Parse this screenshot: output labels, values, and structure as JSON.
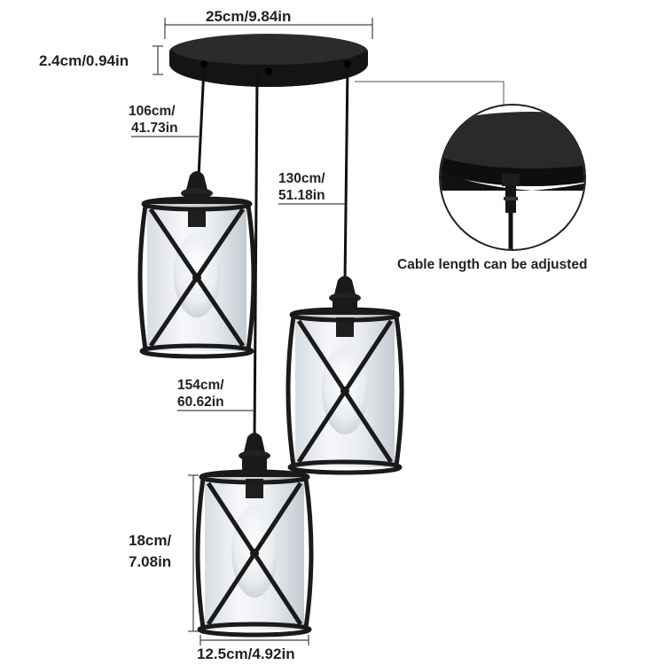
{
  "dimensions": {
    "canopy_width": "25cm/9.84in",
    "canopy_height": "2.4cm/0.94in",
    "shade_height_cm": "18cm/",
    "shade_height_in": "7.08in",
    "shade_width": "12.5cm/4.92in"
  },
  "cable_lengths": [
    {
      "cm": "106cm/",
      "in": "41.73in"
    },
    {
      "cm": "130cm/",
      "in": "51.18in"
    },
    {
      "cm": "154cm/",
      "in": "60.62in"
    }
  ],
  "callout": {
    "text": "Cable length can be adjusted"
  },
  "colors": {
    "metal": "#1a1a1a",
    "glass": "#e8ecef",
    "dimension_line": "#444444",
    "background": "#ffffff"
  }
}
